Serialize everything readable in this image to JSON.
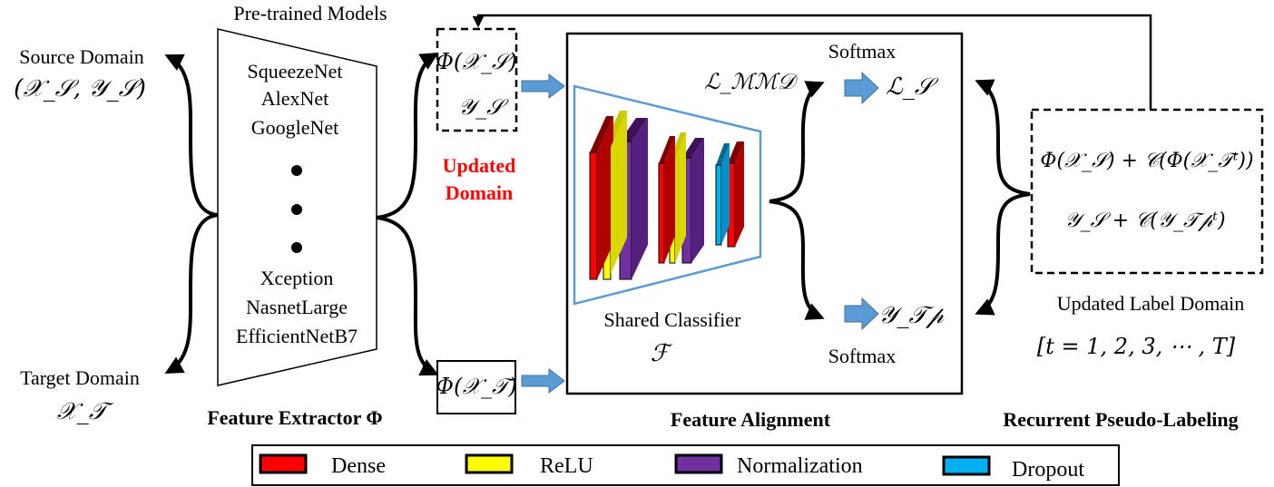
{
  "left": {
    "source_label": "Source Domain",
    "source_math": "(𝒳_𝒮, 𝒴_𝒮)",
    "target_label": "Target Domain",
    "target_math": "𝒳_𝒯"
  },
  "extractor": {
    "top_label": "Pre-trained Models",
    "models_top": [
      "SqueezeNet",
      "AlexNet",
      "GoogleNet"
    ],
    "models_bottom": [
      "Xception",
      "NasnetLarge",
      "EfficientNetB7"
    ],
    "caption": "Feature Extractor  Φ"
  },
  "features": {
    "source_phi": "Φ(𝒳_𝒮)",
    "source_y": "𝒴_𝒮",
    "target_phi": "Φ(𝒳_𝒯)",
    "updated_line1": "Updated",
    "updated_line2": "Domain"
  },
  "alignment": {
    "mmd": "ℒ_ℳℳ𝒟",
    "softmax_top": "Softmax",
    "softmax_bottom": "Softmax",
    "loss_s": "ℒ_𝒮",
    "y_tp": "𝒴_𝒯𝓅",
    "shared_classifier": "Shared Classifier",
    "f_symbol": "ℱ",
    "caption": "Feature Alignment"
  },
  "pseudo": {
    "eq1": "Φ(𝒳_𝒮) + 𝒞(Φ(𝒳_𝒯ᵗ))",
    "eq2": "𝒴_𝒮 + 𝒞(𝒴_𝒯𝓅ᵗ)",
    "label": "Updated Label Domain",
    "range": "[t = 1, 2, 3, ⋯ , T]",
    "caption": "Recurrent Pseudo-Labeling"
  },
  "legend": {
    "items": [
      {
        "label": "Dense",
        "color": "#ff0000"
      },
      {
        "label": "ReLU",
        "color": "#ffff00"
      },
      {
        "label": "Normalization",
        "color": "#7030a0"
      },
      {
        "label": "Dropout",
        "color": "#00b0f0"
      }
    ]
  },
  "colors": {
    "arrow_blue": "#5b9bd5",
    "updated_red": "#ff0000",
    "dense": "#ff0000",
    "relu": "#ffff00",
    "norm": "#7030a0",
    "dropout": "#00b0f0"
  }
}
